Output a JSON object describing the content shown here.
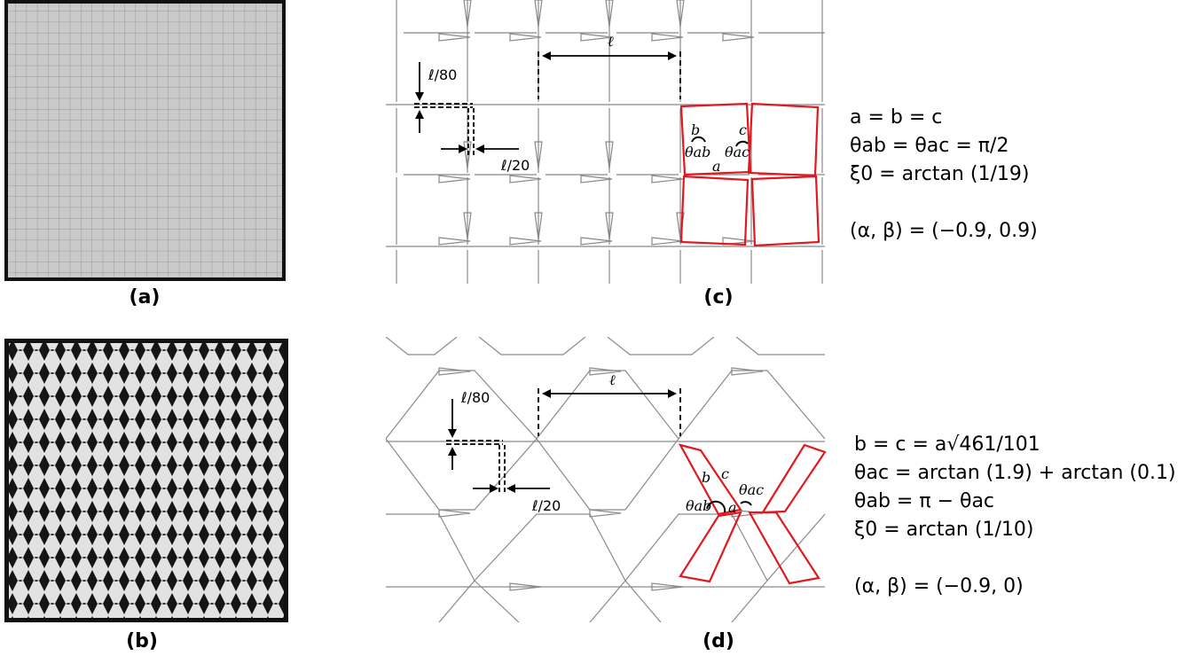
{
  "captions": {
    "a": "(a)",
    "b": "(b)",
    "c": "(c)",
    "d": "(d)"
  },
  "diagram_c": {
    "label_l": "ℓ",
    "label_l80": "ℓ/80",
    "label_l20": "ℓ/20",
    "label_a": "a",
    "label_b": "b",
    "label_c": "c",
    "label_theta_ab": "θab",
    "label_theta_ac": "θac"
  },
  "diagram_d": {
    "label_l": "ℓ",
    "label_l80": "ℓ/80",
    "label_l20": "ℓ/20",
    "label_a": "a",
    "label_b": "b",
    "label_c": "c",
    "label_theta_ab": "θab",
    "label_theta_ac": "θac"
  },
  "equations_c": [
    "a = b = c",
    "θab = θac = π/2",
    "ξ0 = arctan (1/19)",
    "",
    "(α, β) = (−0.9, 0.9)"
  ],
  "equations_d": [
    "b = c = a√461/101",
    "θac = arctan (1.9) + arctan (0.1)",
    "θab = π − θac",
    "ξ0 = arctan (1/10)",
    "",
    "(α, β) = (−0.9, 0)"
  ],
  "colors": {
    "highlight": "#e0191e",
    "lattice": "#888888",
    "photo_dark": "#1a1a1a"
  }
}
